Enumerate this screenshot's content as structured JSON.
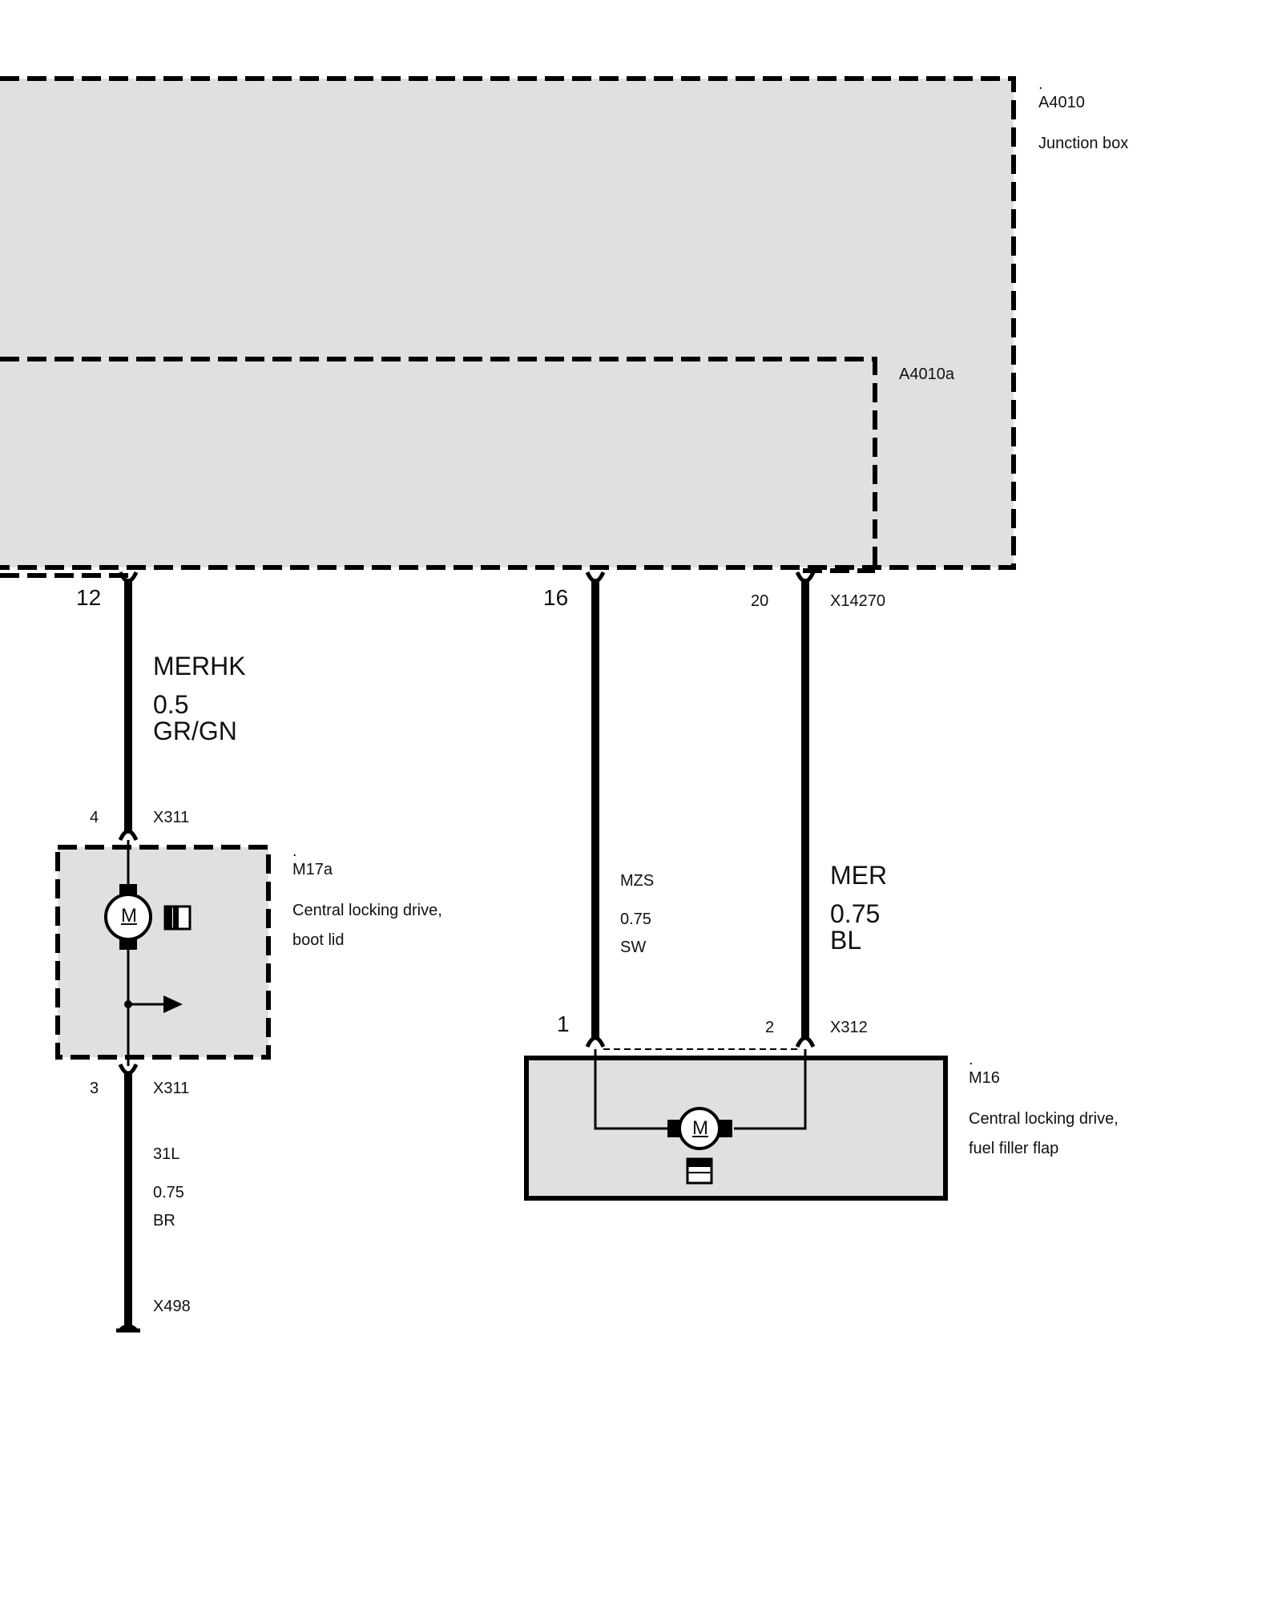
{
  "components": {
    "a4010": {
      "dot": ".",
      "id": "A4010",
      "name": "Junction box"
    },
    "a4010a": {
      "id": "A4010a"
    },
    "m17a": {
      "dot": ".",
      "id": "M17a",
      "name_line1": "Central locking drive,",
      "name_line2": "boot lid"
    },
    "m16": {
      "dot": ".",
      "id": "M16",
      "name_line1": "Central locking drive,",
      "name_line2": "fuel filler flap"
    }
  },
  "connectors": {
    "x14270": "X14270",
    "x311_top": "X311",
    "x311_bottom": "X311",
    "x312": "X312",
    "x498": "X498"
  },
  "pins": {
    "jb_12": "12",
    "jb_16": "16",
    "jb_20": "20",
    "m17a_4": "4",
    "m17a_3": "3",
    "m16_1": "1",
    "m16_2": "2"
  },
  "wires": {
    "merhk": {
      "signal": "MERHK",
      "size": "0.5",
      "color": "GR/GN"
    },
    "mzs": {
      "signal": "MZS",
      "size": "0.75",
      "color": "SW"
    },
    "mer": {
      "signal": "MER",
      "size": "0.75",
      "color": "BL"
    },
    "ground": {
      "signal": "31L",
      "size": "0.75",
      "color": "BR"
    }
  },
  "symbols": {
    "motor": "M"
  },
  "colors": {
    "fill": "#e0e0e0",
    "line": "#000000"
  }
}
